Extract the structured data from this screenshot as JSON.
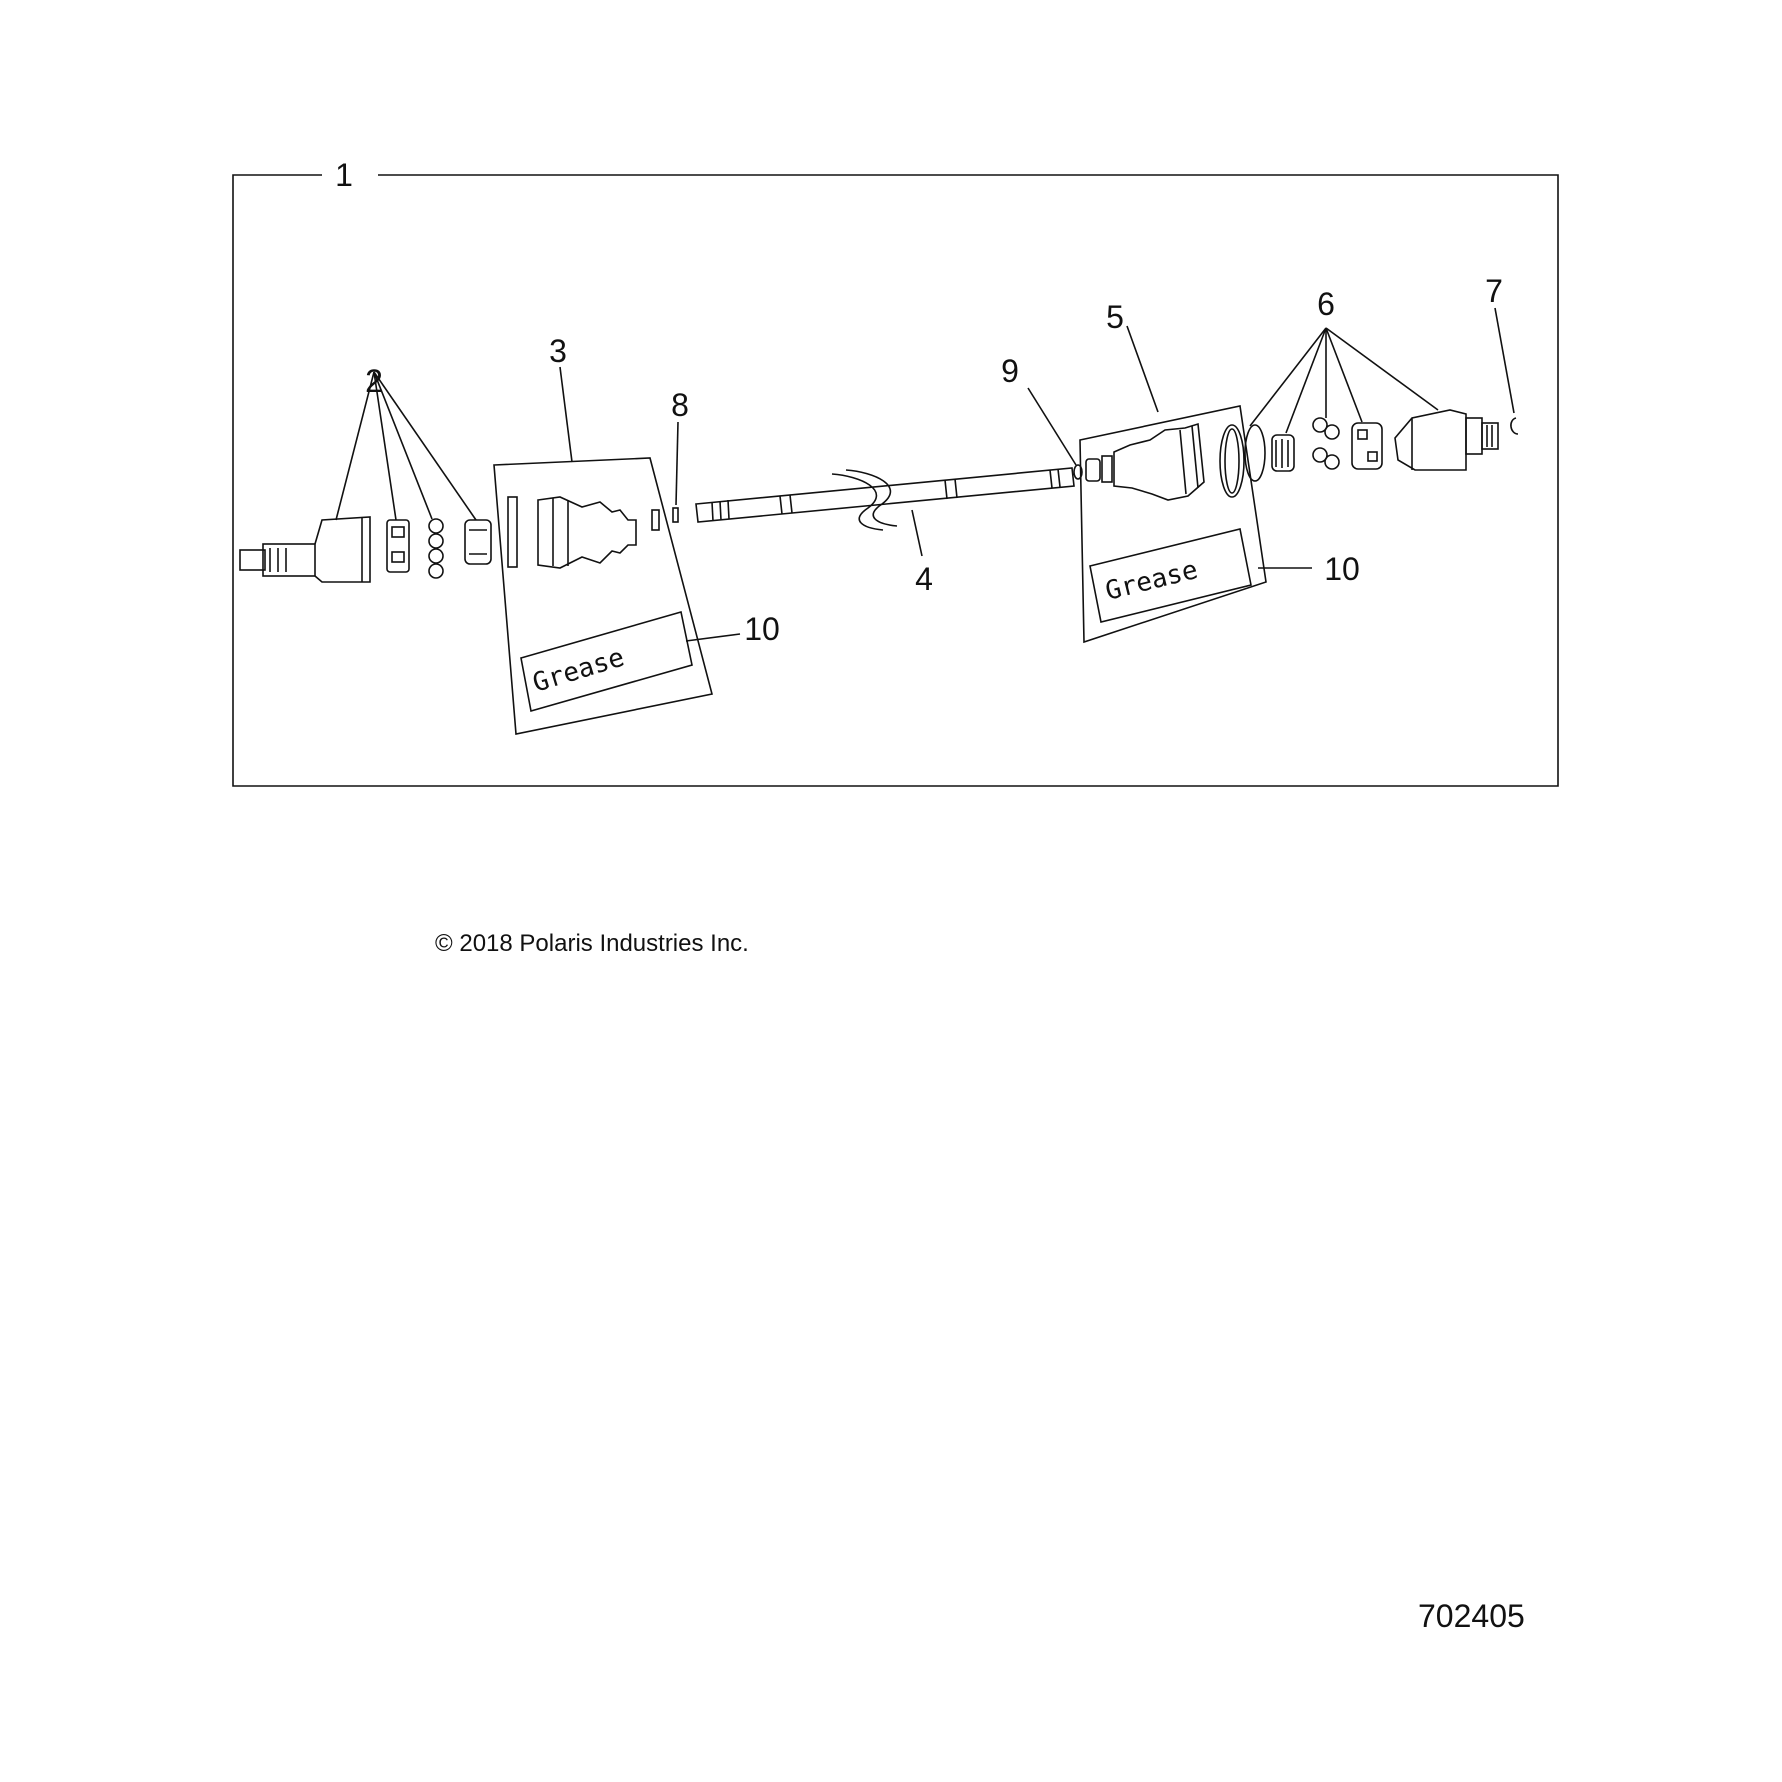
{
  "frame_label": "1",
  "callouts": {
    "c2": "2",
    "c3": "3",
    "c4": "4",
    "c5": "5",
    "c6": "6",
    "c7": "7",
    "c8": "8",
    "c9": "9",
    "c10_left": "10",
    "c10_right": "10"
  },
  "grease_label_left": "Grease",
  "grease_label_right": "Grease",
  "copyright": "© 2018 Polaris Industries Inc.",
  "reference_number": "702405",
  "colors": {
    "line": "#111111",
    "background": "#ffffff"
  }
}
